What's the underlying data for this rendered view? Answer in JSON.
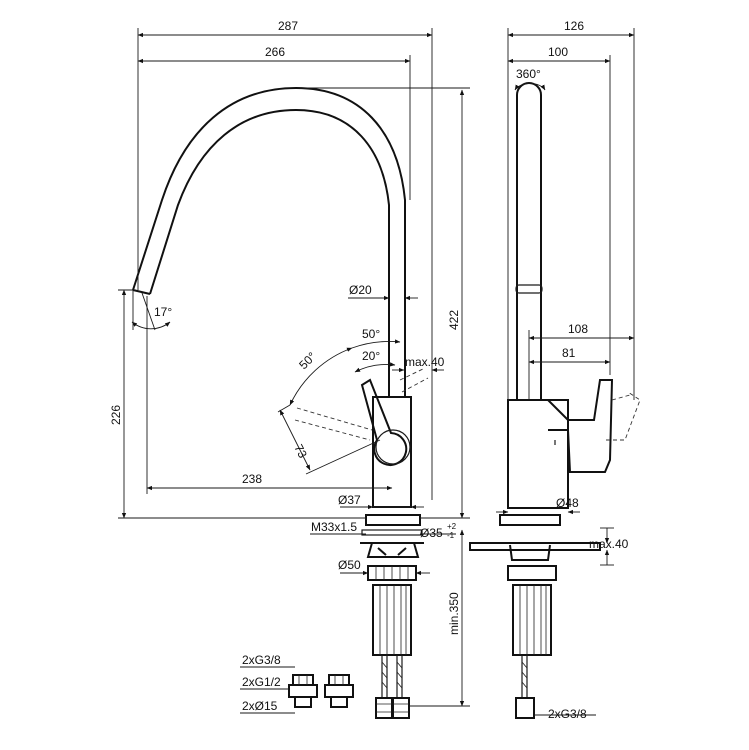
{
  "front_view": {
    "width_overall": "287",
    "spout_reach": "266",
    "spout_diameter": "Ø20",
    "spout_angle": "17°",
    "spout_height": "226",
    "total_height": "422",
    "lever_angle_up": "50°",
    "lever_angle_side": "50°",
    "lever_angle_small": "20°",
    "lever_clearance": "max.40",
    "lever_length": "73",
    "base_to_spout": "238",
    "body_diameter": "Ø37",
    "thread": "M33x1.5",
    "hole_diameter": "Ø35",
    "hole_tol_plus": "+2",
    "hole_tol_minus": "-1",
    "nut_diameter": "Ø50",
    "hose_length": "min.350"
  },
  "side_view": {
    "depth_overall": "126",
    "spout_offset": "100",
    "rotation": "360°",
    "lever_reach": "108",
    "lever_offset": "81",
    "body_diameter": "Ø48",
    "deck_thickness": "max.40",
    "connection": "2xG3/8"
  },
  "fittings": {
    "thread_a": "2xG3/8",
    "thread_b": "2xG1/2",
    "pipe": "2xØ15"
  }
}
